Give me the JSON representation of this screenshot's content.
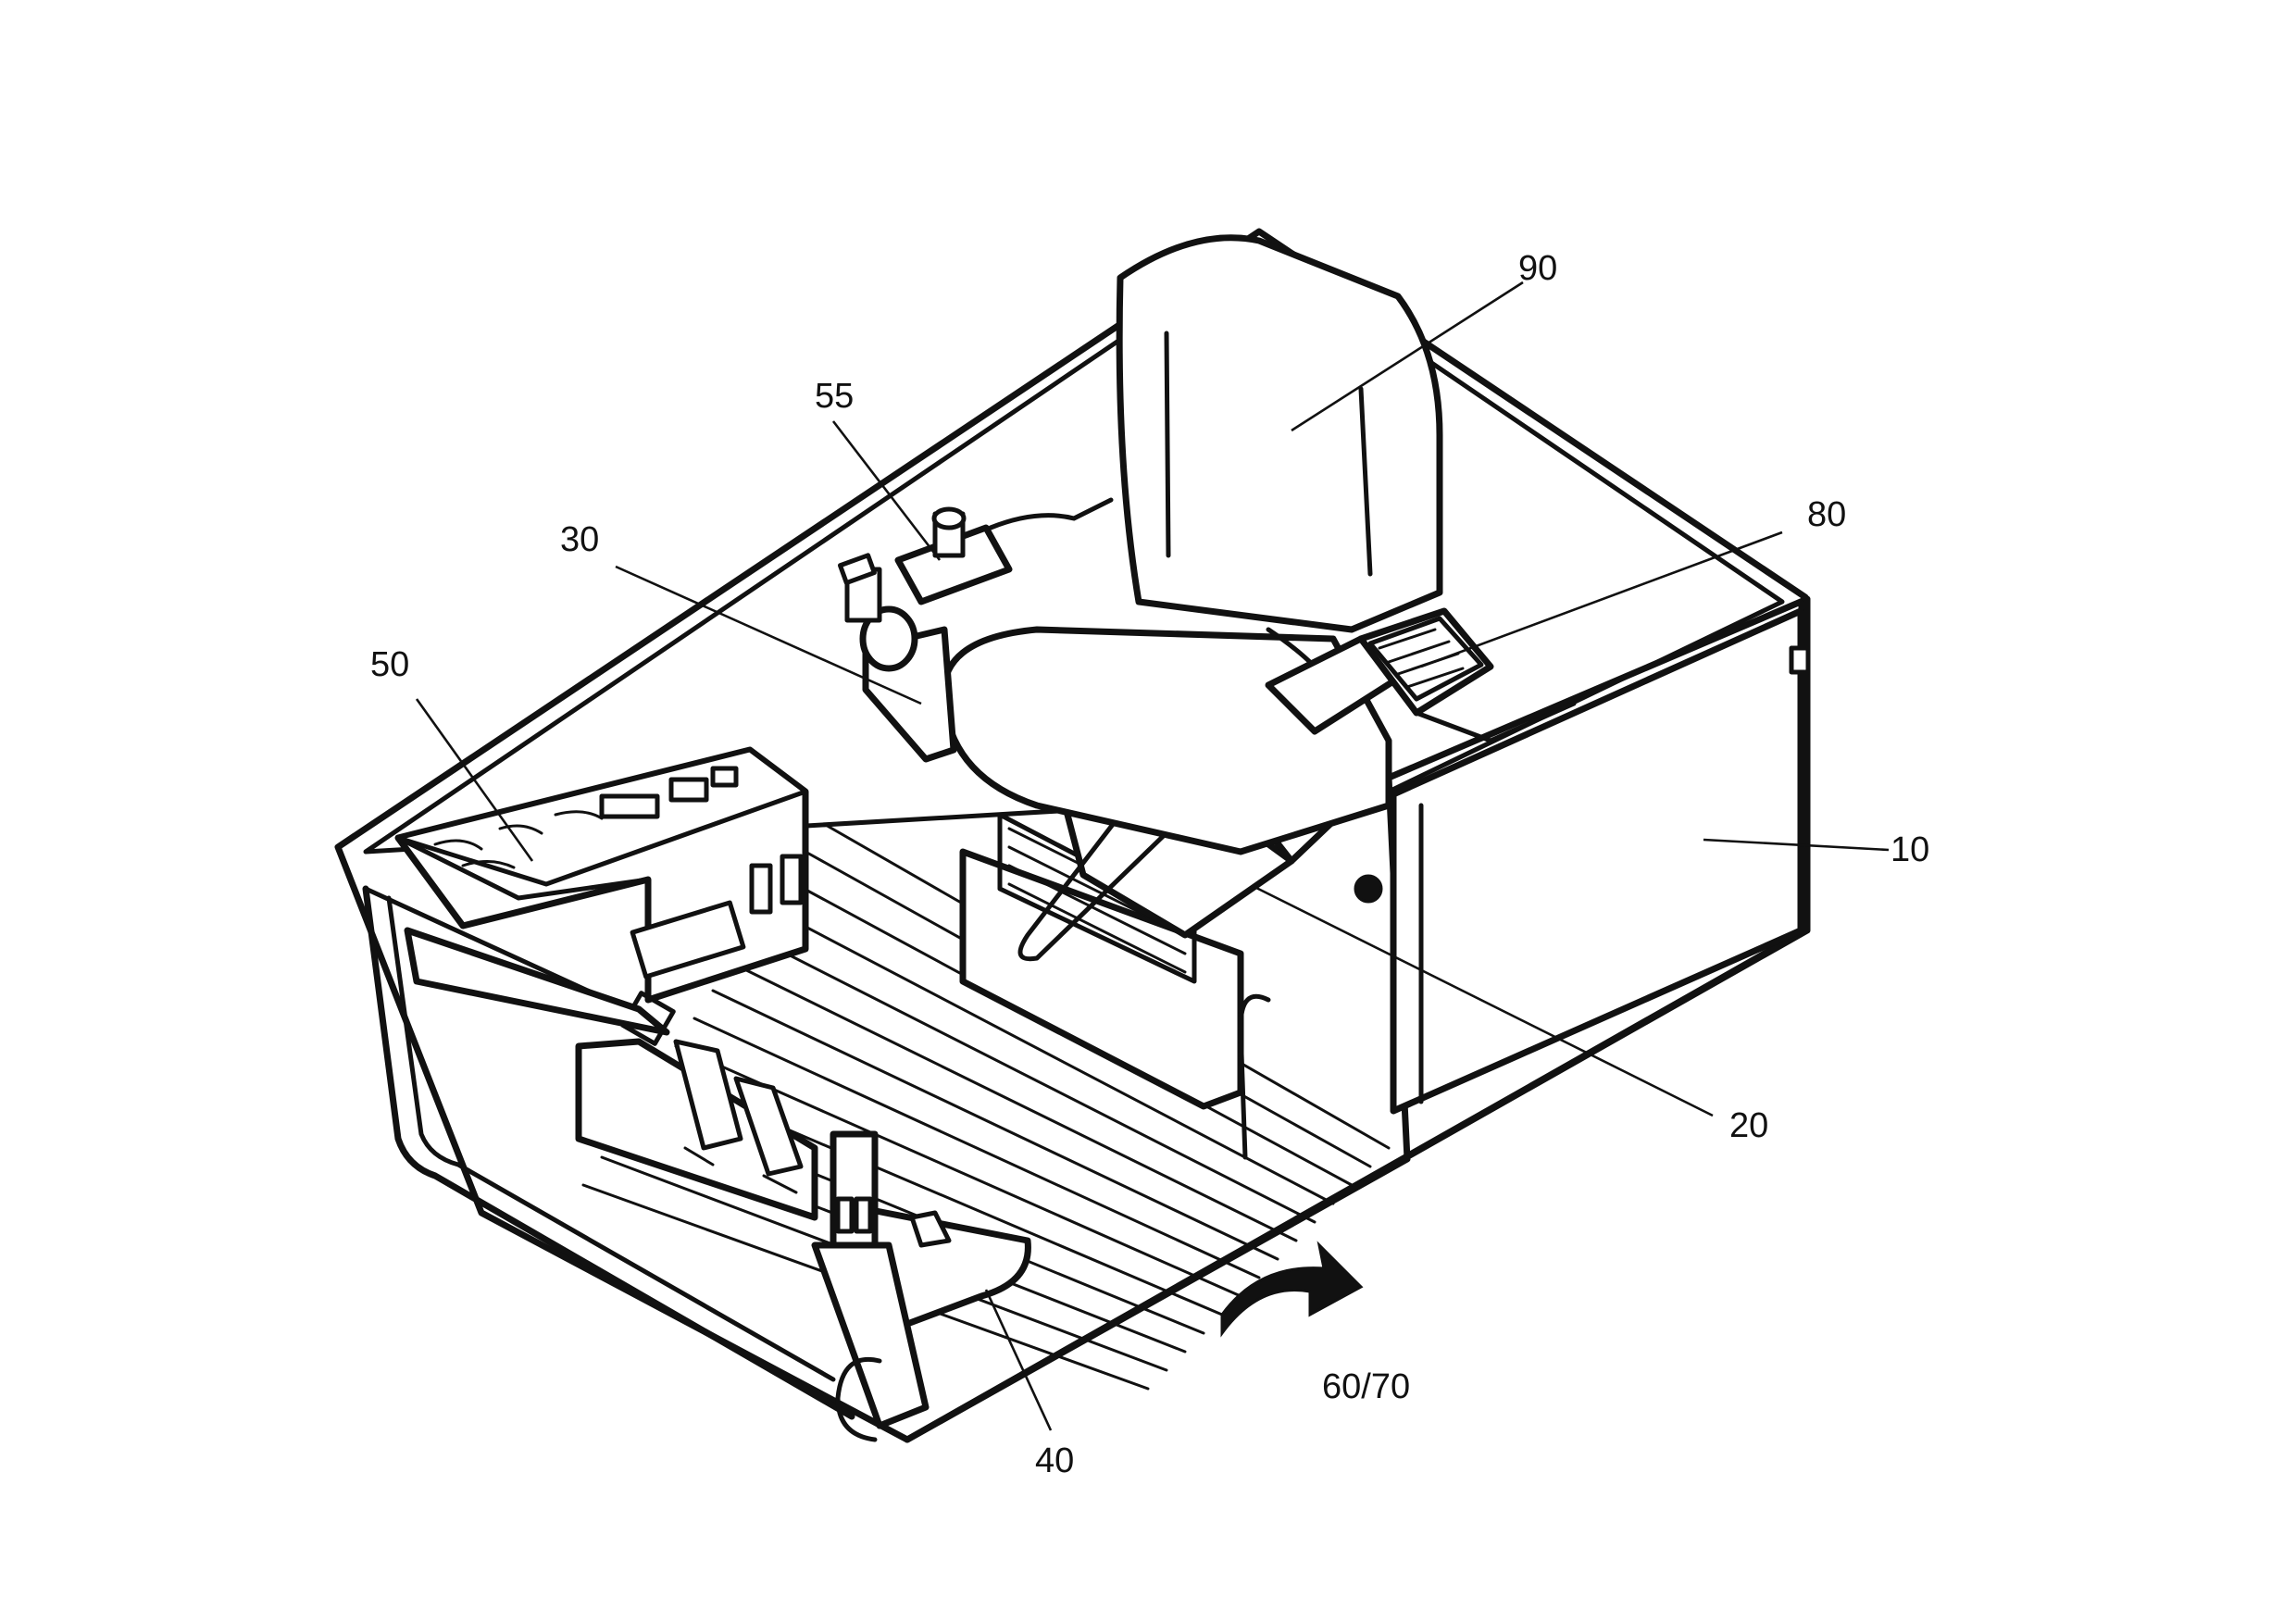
{
  "figure": {
    "labels": {
      "cab": "10",
      "right_console": "20",
      "left_console": "30",
      "pedal": "40",
      "front_console": "50",
      "front_control": "55",
      "arrow": "60/70",
      "right_box": "80",
      "seat": "90"
    }
  }
}
